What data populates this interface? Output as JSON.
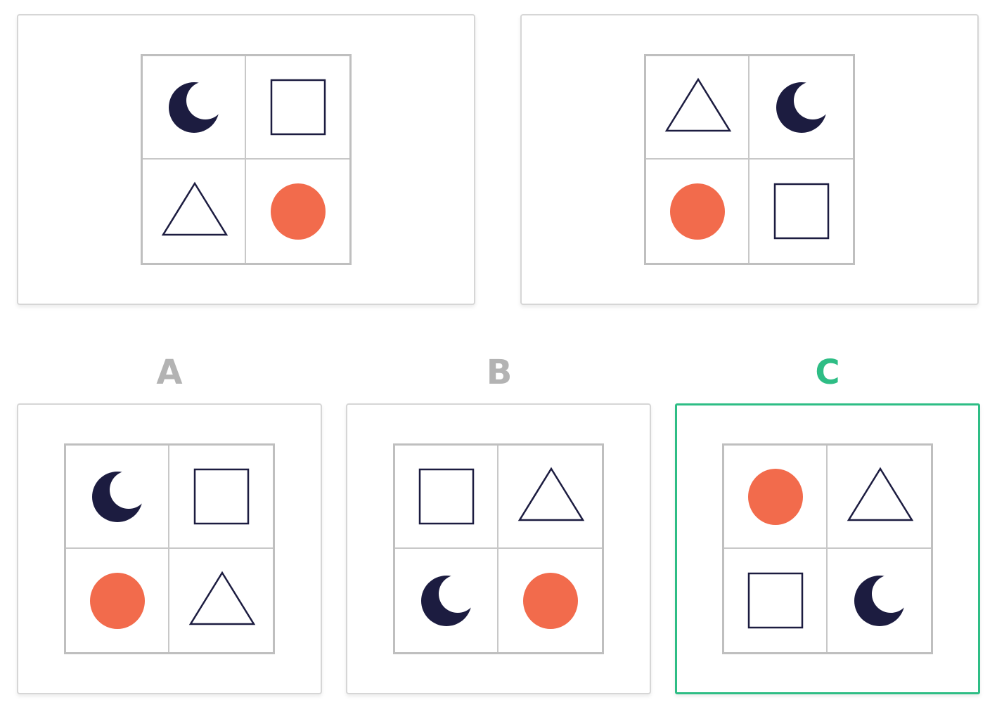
{
  "colors": {
    "navy": "#1c1c40",
    "coral": "#f26b4c",
    "grid_border": "#bfbfbf",
    "card_border": "#d6d6d6",
    "label_gray": "#b3b3b3",
    "selected_green": "#2ebd85"
  },
  "examples": [
    {
      "cells": [
        "moon",
        "square",
        "triangle",
        "circle"
      ]
    },
    {
      "cells": [
        "triangle",
        "moon",
        "circle",
        "square"
      ]
    }
  ],
  "options": [
    {
      "label": "A",
      "selected": false,
      "cells": [
        "moon",
        "square",
        "circle",
        "triangle"
      ]
    },
    {
      "label": "B",
      "selected": false,
      "cells": [
        "square",
        "triangle",
        "moon",
        "circle"
      ]
    },
    {
      "label": "C",
      "selected": true,
      "cells": [
        "circle",
        "triangle",
        "square",
        "moon"
      ]
    }
  ]
}
